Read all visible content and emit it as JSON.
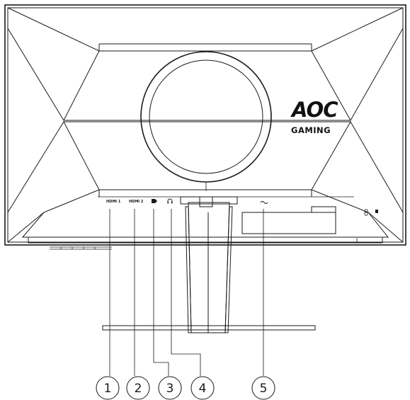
{
  "logo": {
    "brand": "AOC",
    "subtitle": "GAMING"
  },
  "ports": [
    {
      "label": "HDMI 1",
      "callout": "1"
    },
    {
      "label": "HDMI 2",
      "callout": "2"
    },
    {
      "label": "",
      "icon": "displayport-icon",
      "callout": "3"
    },
    {
      "label": "",
      "icon": "headphone-icon",
      "callout": "4"
    },
    {
      "label": "",
      "icon": "ac-power-icon",
      "callout": "5"
    }
  ],
  "colors": {
    "line": "#1a1a1a",
    "background": "#ffffff"
  }
}
